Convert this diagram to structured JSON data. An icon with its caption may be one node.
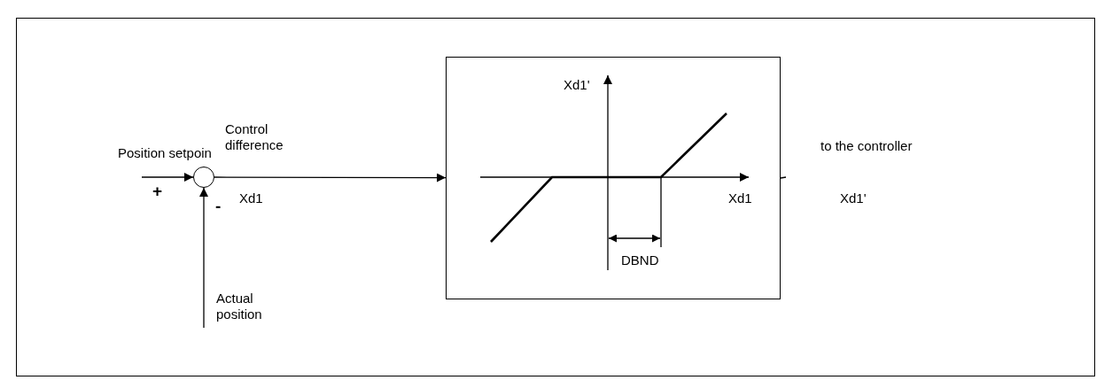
{
  "diagram": {
    "nodes": [
      {
        "text": [],
        "shape": "circle"
      },
      {
        "text": [],
        "shape": "box"
      }
    ],
    "edges": [
      {
        "from": null,
        "to": 0,
        "arrow": "to",
        "label": "Position setpoin"
      },
      {
        "from": null,
        "to": 0,
        "arrow": "to",
        "label": "Actual position"
      },
      {
        "from": 0,
        "to": 1,
        "arrow": "to",
        "label": "Control difference"
      },
      {
        "from": 1,
        "to": null,
        "arrow": "none",
        "label": "to the controller"
      }
    ],
    "labels": [
      "Xd1'",
      "+",
      "Xd1",
      "-",
      "Xd1",
      "Xd1'",
      "DBND"
    ]
  }
}
